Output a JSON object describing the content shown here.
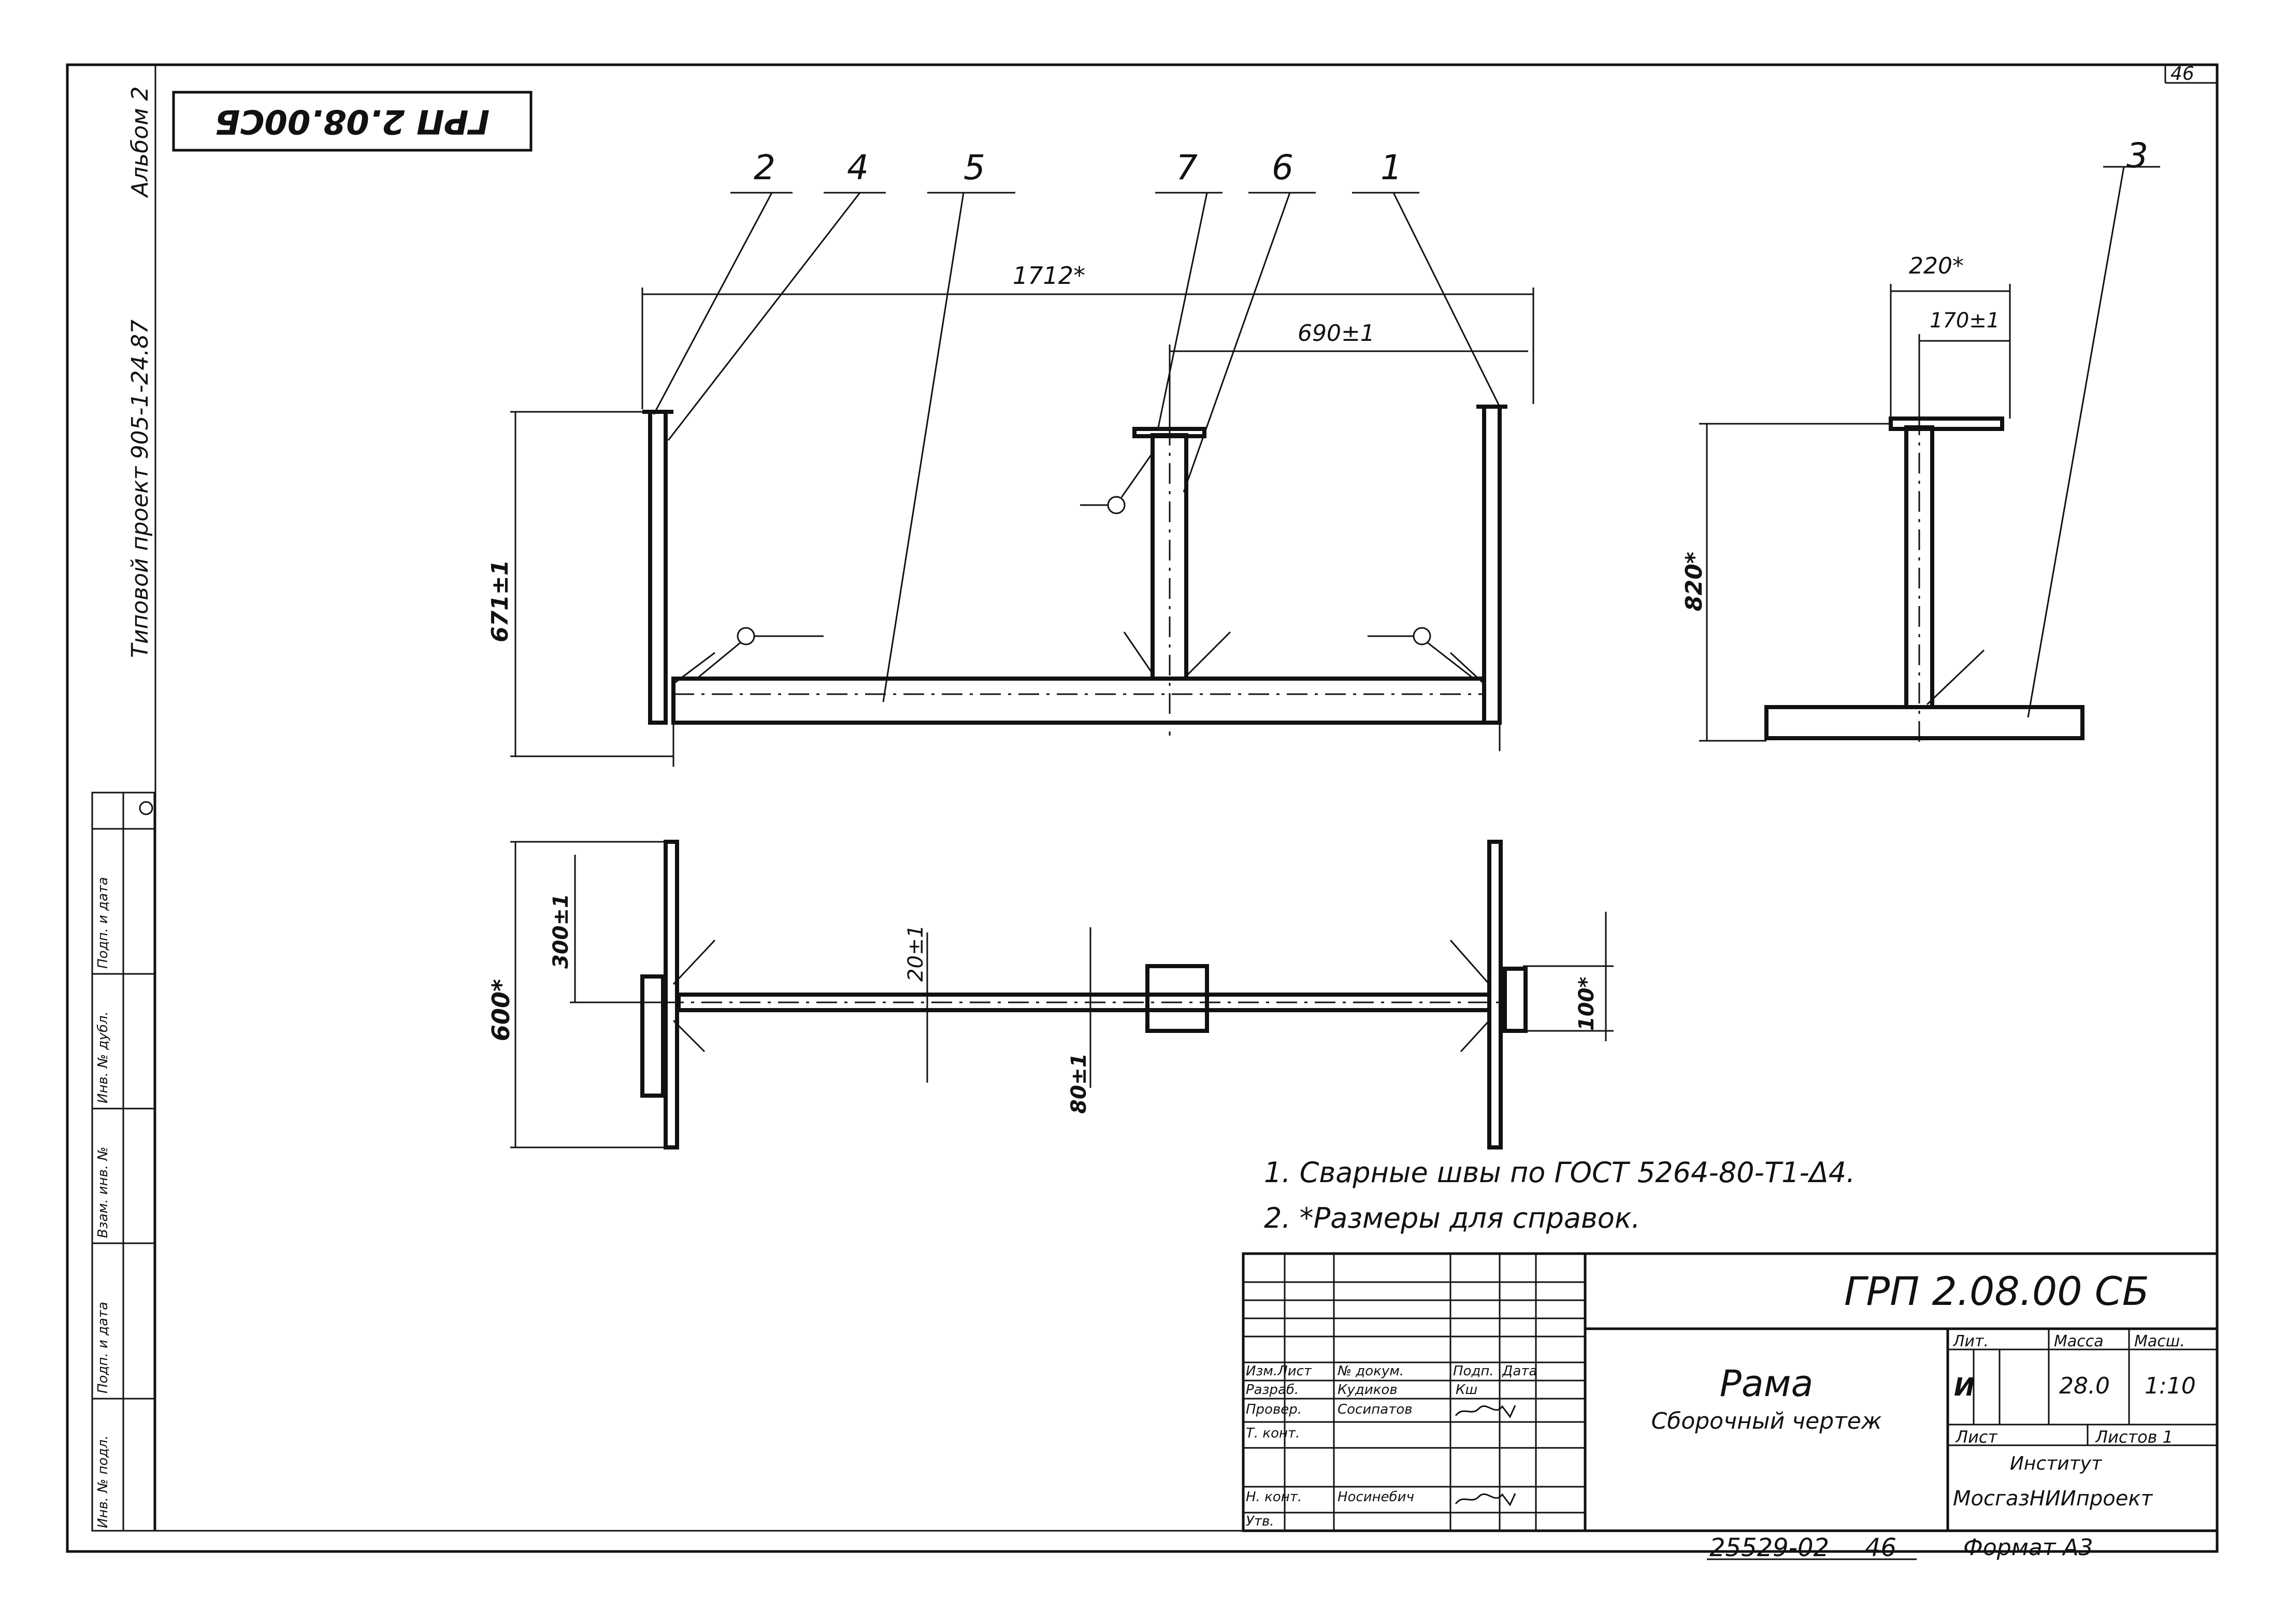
{
  "sheet": {
    "sheet_number": "46",
    "doc_code_rotated": "ГРП 2.08.00СБ",
    "album_label": "Альбом 2",
    "project_label": "Типовой проект 905-1-24.87"
  },
  "left_stamp": {
    "labels": [
      "Инв. № подл.",
      "Подп. и дата",
      "Взам. инв. №",
      "Инв. № дубл.",
      "Подп. и дата"
    ]
  },
  "callouts": [
    "2",
    "4",
    "5",
    "7",
    "6",
    "1",
    "3"
  ],
  "dimensions": {
    "overall_length": "1712*",
    "half_length": "690±1",
    "height": "671±1",
    "side_width": "220*",
    "side_inner": "170±1",
    "side_height": "820*",
    "plan_width": "600*",
    "plan_offset": "300±1",
    "plan_tube": "20±1",
    "plan_post": "80±1",
    "plan_end": "100*"
  },
  "notes": [
    "1. Сварные швы по ГОСТ 5264-80-Т1-Δ4.",
    "2. *Размеры для справок."
  ],
  "title_block": {
    "designation": "ГРП 2.08.00 СБ",
    "name_line1": "Рама",
    "name_line2": "Сборочный чертеж",
    "hdr_lit": "Лит.",
    "hdr_mass": "Масса",
    "hdr_scale": "Масш.",
    "lit_value": "И",
    "mass_value": "28.0",
    "scale_value": "1:10",
    "sheet_label": "Лист",
    "sheets_label": "Листов 1",
    "org_line1": "Институт",
    "org_line2": "МосгазНИИпроект",
    "rows": [
      {
        "role": "Изм.Лист",
        "name": "№ докум.",
        "sign": "Подп.",
        "date": "Дата"
      },
      {
        "role": "Разраб.",
        "name": "Кудиков",
        "sign": "Кш",
        "date": ""
      },
      {
        "role": "Провер.",
        "name": "Сосипатов",
        "sign": "",
        "date": ""
      },
      {
        "role": "Т. конт.",
        "name": "",
        "sign": "",
        "date": ""
      },
      {
        "role": "",
        "name": "",
        "sign": "",
        "date": ""
      },
      {
        "role": "Н. конт.",
        "name": "Носинебич",
        "sign": "",
        "date": ""
      },
      {
        "role": "Утв.",
        "name": "",
        "sign": "",
        "date": ""
      }
    ],
    "inventory": "25529-02",
    "inventory_sheet": "46",
    "format": "Формат А3"
  }
}
